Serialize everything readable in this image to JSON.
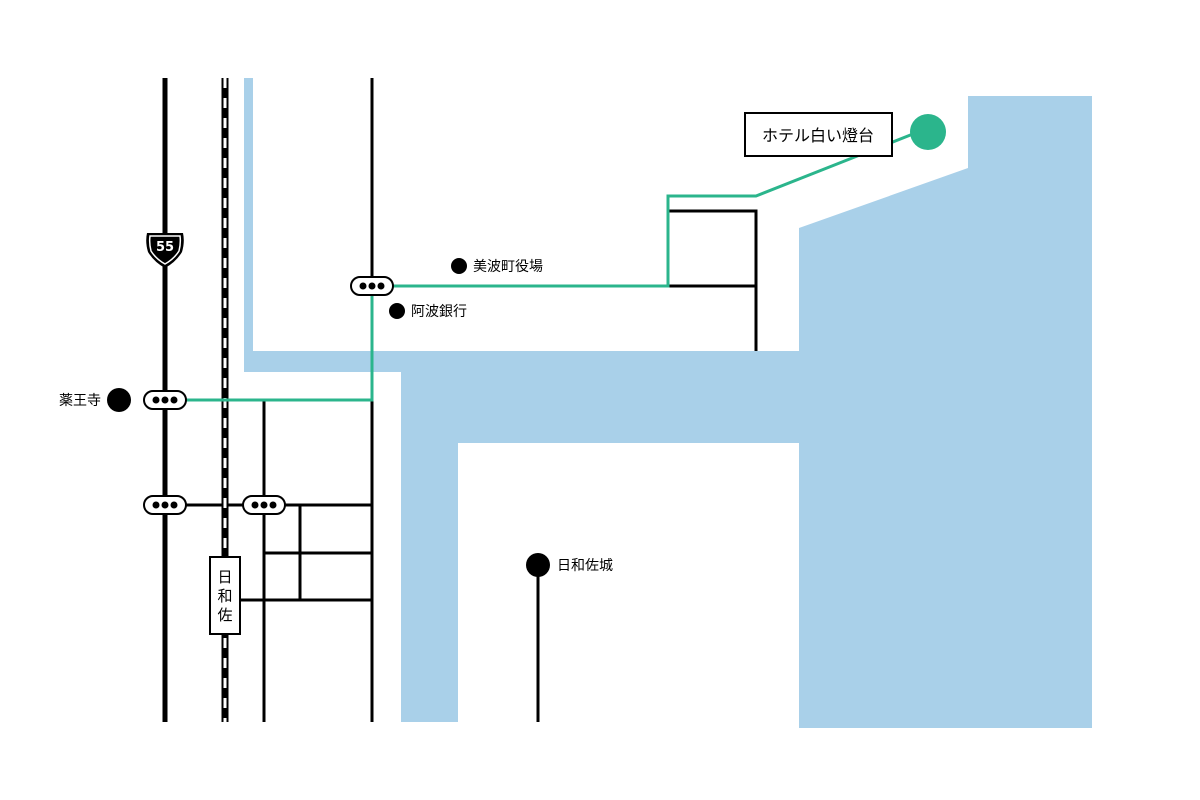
{
  "map": {
    "colors": {
      "water": "#a9d0e9",
      "route": "#2bb58c",
      "road": "#000000",
      "background": "#ffffff"
    },
    "destination": {
      "label": "ホテル白い燈台",
      "icon": "green-dot-icon"
    },
    "route_shield": {
      "number": "55"
    },
    "station": {
      "label": "日\n和\n佐",
      "chars": [
        "日",
        "和",
        "佐"
      ]
    },
    "landmarks": [
      {
        "key": "yakuoji",
        "label": "薬王寺"
      },
      {
        "key": "town_office",
        "label": "美波町役場"
      },
      {
        "key": "awa_bank",
        "label": "阿波銀行"
      },
      {
        "key": "hiwasa_castle",
        "label": "日和佐城"
      }
    ],
    "traffic_signals": [
      {
        "key": "signal-yakuoji"
      },
      {
        "key": "signal-south-1"
      },
      {
        "key": "signal-south-2"
      },
      {
        "key": "signal-town-office"
      }
    ]
  }
}
